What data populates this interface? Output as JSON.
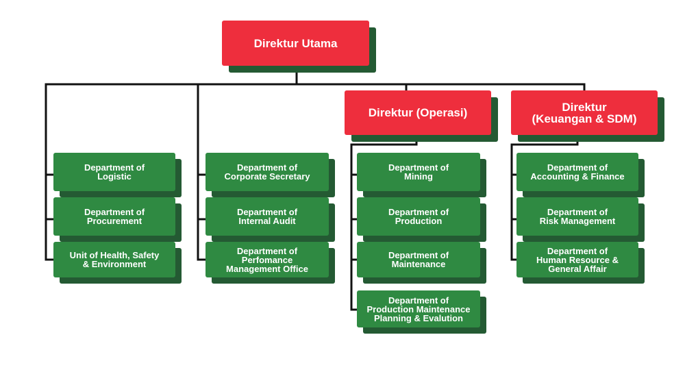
{
  "chart": {
    "top": "Direktur Utama",
    "operasi": "Direktur (Operasi)",
    "keuangan": "Direktur\n(Keuangan & SDM)",
    "col1": [
      "Department of\nLogistic",
      "Department of\nProcurement",
      "Unit of Health, Safety\n& Environment"
    ],
    "col2": [
      "Department of\nCorporate Secretary",
      "Department of\nInternal Audit",
      "Department of\nPerfomance\nManagement Office"
    ],
    "col3": [
      "Department of\nMining",
      "Department of\nProduction",
      "Department of\nMaintenance",
      "Department of\nProduction Maintenance\nPlanning & Evalution"
    ],
    "col4": [
      "Department of\nAccounting & Finance",
      "Department of\nRisk Management",
      "Department of\nHuman Resource &\nGeneral Affair"
    ]
  },
  "colors": {
    "director_box": "#ee2e3d",
    "department_box": "#2f8a42",
    "shadow": "#245a33",
    "connector": "#111111"
  }
}
